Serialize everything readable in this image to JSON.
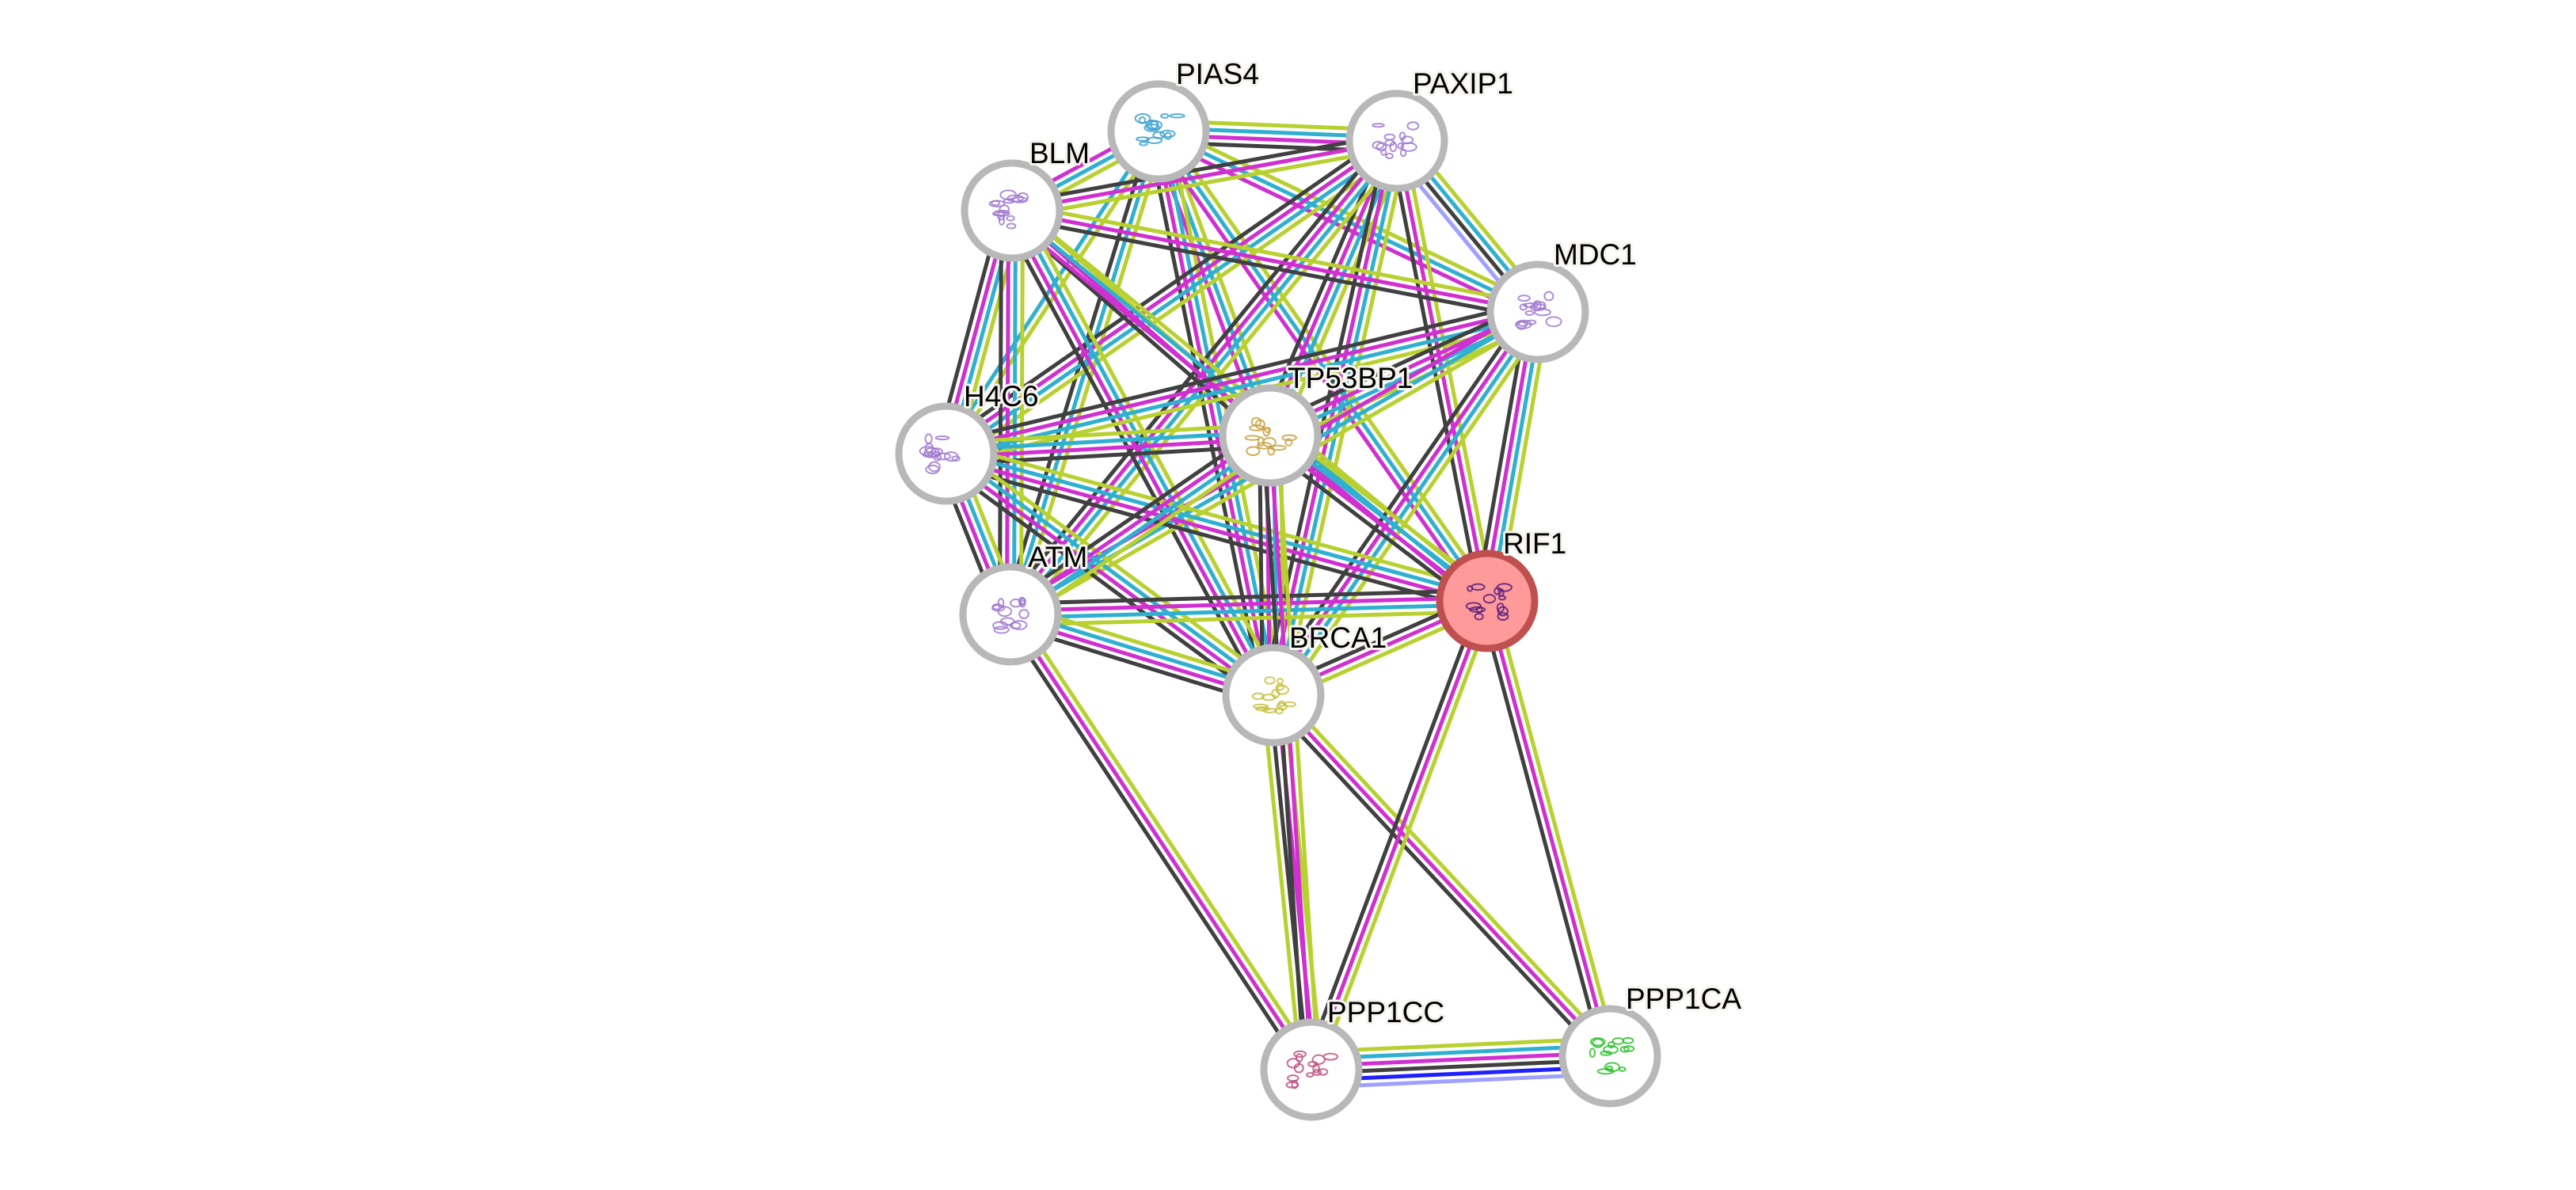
{
  "network": {
    "query_node": "RIF1",
    "nodes": [
      {
        "id": "PIAS4",
        "label": "PIAS4",
        "structure_color": "#3aa0d0"
      },
      {
        "id": "PAXIP1",
        "label": "PAXIP1",
        "structure_color": "#a07ad0"
      },
      {
        "id": "BLM",
        "label": "BLM",
        "structure_color": "#a07ad0"
      },
      {
        "id": "MDC1",
        "label": "MDC1",
        "structure_color": "#a07ad0"
      },
      {
        "id": "H4C6",
        "label": "H4C6",
        "structure_color": "#a07ad0"
      },
      {
        "id": "TP53BP1",
        "label": "TP53BP1",
        "structure_color": "#c8a040"
      },
      {
        "id": "RIF1",
        "label": "RIF1",
        "structure_color": "#5a2080"
      },
      {
        "id": "ATM",
        "label": "ATM",
        "structure_color": "#a07ad0"
      },
      {
        "id": "BRCA1",
        "label": "BRCA1",
        "structure_color": "#c8c040"
      },
      {
        "id": "PPP1CC",
        "label": "PPP1CC",
        "structure_color": "#c05080"
      },
      {
        "id": "PPP1CA",
        "label": "PPP1CA",
        "structure_color": "#30c030"
      }
    ],
    "evidence_colors": {
      "textmining": "#b8d030",
      "database": "#30b0d0",
      "experiments": "#d030d0",
      "coexpression": "#404040",
      "fusion": "#2020ff",
      "cooccurrence": "#a0a0ff"
    },
    "edges": [
      [
        "PIAS4",
        "PAXIP1",
        [
          "textmining",
          "database",
          "experiments",
          "coexpression"
        ]
      ],
      [
        "PIAS4",
        "BLM",
        [
          "textmining",
          "database",
          "experiments"
        ]
      ],
      [
        "PIAS4",
        "MDC1",
        [
          "textmining",
          "database",
          "experiments"
        ]
      ],
      [
        "PIAS4",
        "H4C6",
        [
          "textmining",
          "database"
        ]
      ],
      [
        "PIAS4",
        "TP53BP1",
        [
          "textmining",
          "database",
          "experiments"
        ]
      ],
      [
        "PIAS4",
        "RIF1",
        [
          "textmining",
          "database",
          "experiments"
        ]
      ],
      [
        "PIAS4",
        "ATM",
        [
          "textmining",
          "database",
          "coexpression"
        ]
      ],
      [
        "PIAS4",
        "BRCA1",
        [
          "textmining",
          "database",
          "experiments",
          "coexpression"
        ]
      ],
      [
        "PAXIP1",
        "BLM",
        [
          "textmining",
          "experiments",
          "coexpression"
        ]
      ],
      [
        "PAXIP1",
        "MDC1",
        [
          "textmining",
          "database",
          "coexpression",
          "cooccurrence"
        ]
      ],
      [
        "PAXIP1",
        "H4C6",
        [
          "textmining",
          "database",
          "experiments",
          "coexpression"
        ]
      ],
      [
        "PAXIP1",
        "TP53BP1",
        [
          "textmining",
          "database",
          "experiments",
          "coexpression"
        ]
      ],
      [
        "PAXIP1",
        "RIF1",
        [
          "textmining",
          "experiments",
          "coexpression"
        ]
      ],
      [
        "PAXIP1",
        "ATM",
        [
          "textmining",
          "database",
          "experiments",
          "coexpression"
        ]
      ],
      [
        "PAXIP1",
        "BRCA1",
        [
          "textmining",
          "database",
          "experiments",
          "coexpression"
        ]
      ],
      [
        "BLM",
        "MDC1",
        [
          "textmining",
          "experiments",
          "coexpression"
        ]
      ],
      [
        "BLM",
        "H4C6",
        [
          "textmining",
          "database",
          "experiments",
          "coexpression"
        ]
      ],
      [
        "BLM",
        "TP53BP1",
        [
          "textmining",
          "experiments",
          "coexpression"
        ]
      ],
      [
        "BLM",
        "RIF1",
        [
          "textmining",
          "database",
          "experiments"
        ]
      ],
      [
        "BLM",
        "ATM",
        [
          "textmining",
          "database",
          "experiments",
          "coexpression"
        ]
      ],
      [
        "BLM",
        "BRCA1",
        [
          "textmining",
          "database",
          "experiments",
          "coexpression"
        ]
      ],
      [
        "MDC1",
        "H4C6",
        [
          "textmining",
          "database",
          "experiments",
          "coexpression"
        ]
      ],
      [
        "MDC1",
        "TP53BP1",
        [
          "textmining",
          "database",
          "experiments",
          "coexpression"
        ]
      ],
      [
        "MDC1",
        "RIF1",
        [
          "textmining",
          "database",
          "experiments",
          "coexpression"
        ]
      ],
      [
        "MDC1",
        "ATM",
        [
          "textmining",
          "database",
          "experiments"
        ]
      ],
      [
        "MDC1",
        "BRCA1",
        [
          "textmining",
          "database",
          "experiments",
          "coexpression"
        ]
      ],
      [
        "H4C6",
        "TP53BP1",
        [
          "textmining",
          "database",
          "experiments",
          "coexpression"
        ]
      ],
      [
        "H4C6",
        "RIF1",
        [
          "textmining",
          "database",
          "experiments",
          "coexpression"
        ]
      ],
      [
        "H4C6",
        "ATM",
        [
          "textmining",
          "database",
          "experiments",
          "coexpression"
        ]
      ],
      [
        "H4C6",
        "BRCA1",
        [
          "textmining",
          "database",
          "experiments",
          "coexpression"
        ]
      ],
      [
        "TP53BP1",
        "RIF1",
        [
          "textmining",
          "database",
          "experiments",
          "coexpression"
        ]
      ],
      [
        "TP53BP1",
        "ATM",
        [
          "textmining",
          "database",
          "experiments",
          "coexpression"
        ]
      ],
      [
        "TP53BP1",
        "BRCA1",
        [
          "textmining",
          "database",
          "experiments",
          "coexpression"
        ]
      ],
      [
        "RIF1",
        "ATM",
        [
          "textmining",
          "database",
          "experiments",
          "coexpression"
        ]
      ],
      [
        "RIF1",
        "BRCA1",
        [
          "textmining",
          "experiments",
          "coexpression"
        ]
      ],
      [
        "ATM",
        "BRCA1",
        [
          "textmining",
          "database",
          "experiments",
          "coexpression"
        ]
      ],
      [
        "ATM",
        "PPP1CC",
        [
          "textmining",
          "experiments",
          "coexpression"
        ]
      ],
      [
        "BRCA1",
        "PPP1CC",
        [
          "textmining",
          "experiments",
          "coexpression",
          "textmining"
        ]
      ],
      [
        "TP53BP1",
        "PPP1CC",
        [
          "textmining",
          "experiments",
          "coexpression"
        ]
      ],
      [
        "BRCA1",
        "PPP1CA",
        [
          "textmining",
          "experiments",
          "coexpression"
        ]
      ],
      [
        "RIF1",
        "PPP1CC",
        [
          "textmining",
          "experiments",
          "coexpression"
        ]
      ],
      [
        "RIF1",
        "PPP1CA",
        [
          "textmining",
          "experiments",
          "coexpression"
        ]
      ],
      [
        "PPP1CC",
        "PPP1CA",
        [
          "textmining",
          "database",
          "experiments",
          "coexpression",
          "fusion",
          "cooccurrence"
        ]
      ]
    ]
  }
}
